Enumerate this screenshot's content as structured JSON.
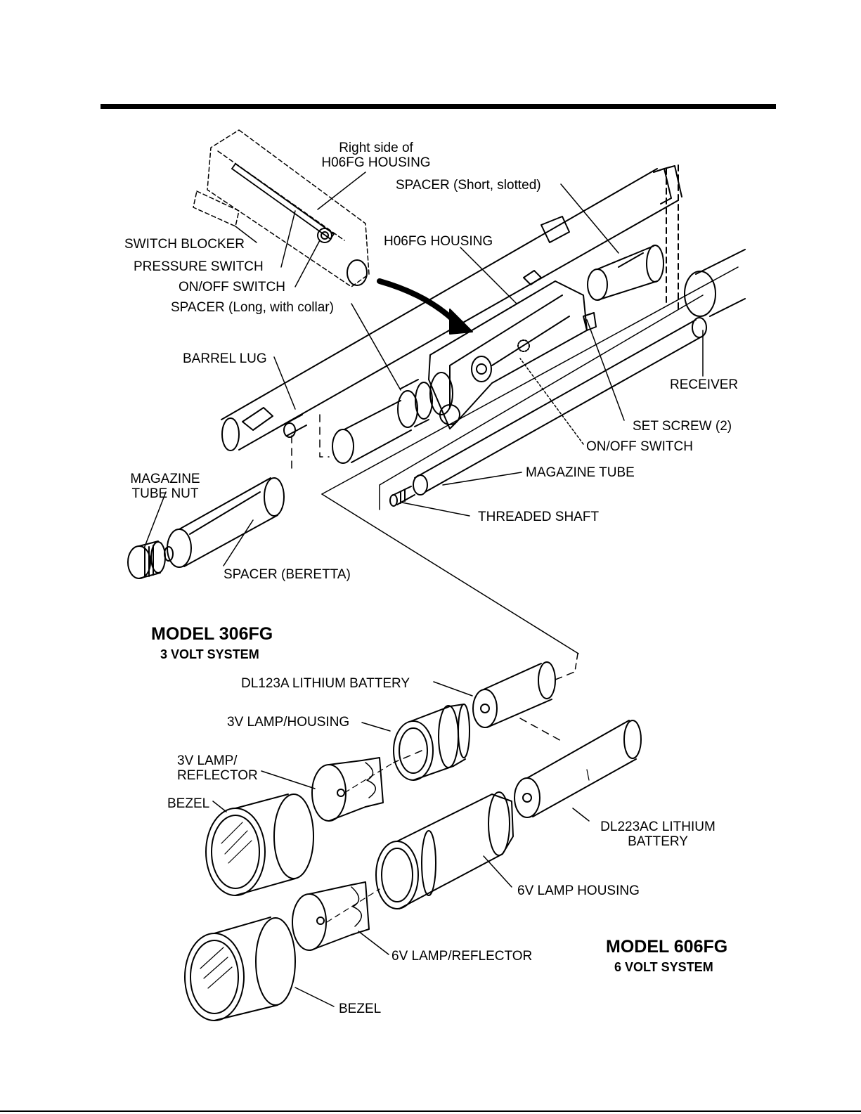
{
  "labels": {
    "right_side_housing": "Right side of\nH06FG HOUSING",
    "spacer_short": "SPACER (Short, slotted)",
    "switch_blocker": "SWITCH BLOCKER",
    "h06fg_housing": "H06FG HOUSING",
    "pressure_switch": "PRESSURE SWITCH",
    "on_off_switch_top": "ON/OFF SWITCH",
    "spacer_long": "SPACER (Long, with collar)",
    "barrel_lug": "BARREL LUG",
    "receiver": "RECEIVER",
    "set_screw": "SET SCREW (2)",
    "on_off_switch_mid": "ON/OFF SWITCH",
    "magazine_tube_nut": "MAGAZINE\nTUBE NUT",
    "magazine_tube": "MAGAZINE TUBE",
    "threaded_shaft": "THREADED SHAFT",
    "spacer_beretta": "SPACER (BERETTA)",
    "dl123a_battery": "DL123A LITHIUM BATTERY",
    "lamp_housing_3v": "3V LAMP/HOUSING",
    "lamp_reflector_3v": "3V LAMP/\nREFLECTOR",
    "bezel_top": "BEZEL",
    "dl223ac_battery": "DL223AC LITHIUM\nBATTERY",
    "lamp_housing_6v": "6V LAMP HOUSING",
    "lamp_reflector_6v": "6V LAMP/REFLECTOR",
    "bezel_bottom": "BEZEL"
  },
  "models": {
    "m306": {
      "title": "MODEL 306FG",
      "subtitle": "3 VOLT SYSTEM"
    },
    "m606": {
      "title": "MODEL 606FG",
      "subtitle": "6 VOLT SYSTEM"
    }
  }
}
